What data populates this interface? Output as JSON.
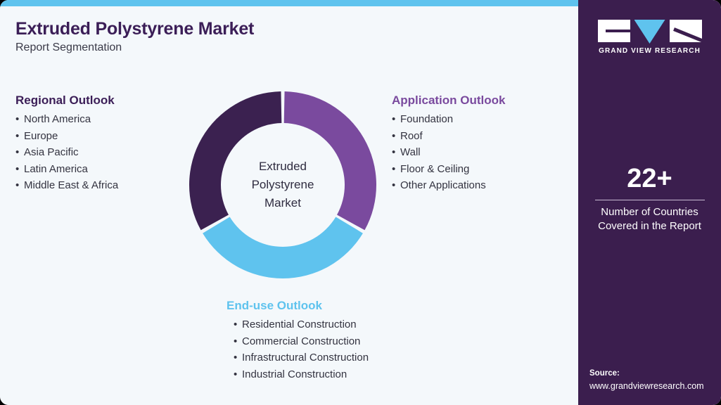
{
  "header": {
    "title": "Extruded Polystyrene Market",
    "subtitle": "Report Segmentation"
  },
  "colors": {
    "background": "#f4f8fb",
    "panel": "#3B1E4E",
    "accent_cyan": "#5FC3EE",
    "dark_purple": "#3B2150",
    "mid_purple": "#7A4A9E",
    "title_purple": "#3B1E57"
  },
  "regional_outlook": {
    "heading": "Regional Outlook",
    "items": [
      "North America",
      "Europe",
      "Asia Pacific",
      "Latin America",
      "Middle East & Africa"
    ]
  },
  "application_outlook": {
    "heading": "Application Outlook",
    "items": [
      "Foundation",
      "Roof",
      "Wall",
      "Floor & Ceiling",
      "Other Applications"
    ]
  },
  "enduse_outlook": {
    "heading": "End-use Outlook",
    "items": [
      "Residential Construction",
      "Commercial Construction",
      "Infrastructural Construction",
      "Industrial Construction"
    ]
  },
  "donut": {
    "center_lines": [
      "Extruded",
      "Polystyrene",
      "Market"
    ],
    "segments": [
      {
        "name": "Application Outlook",
        "color": "#7A4A9E",
        "share": 33.3
      },
      {
        "name": "End-use Outlook",
        "color": "#5FC3EE",
        "share": 33.3
      },
      {
        "name": "Regional Outlook",
        "color": "#3B2150",
        "share": 33.3
      }
    ]
  },
  "side_panel": {
    "logo": {
      "mark_g": "gvr-g-mark",
      "mark_v": "gvr-v-mark",
      "mark_r": "gvr-r-mark",
      "wordmark": "GRAND VIEW RESEARCH"
    },
    "stat": {
      "value": "22+",
      "label_line1": "Number of Countries",
      "label_line2": "Covered in the Report"
    },
    "source": {
      "label": "Source:",
      "url": "www.grandviewresearch.com"
    }
  }
}
